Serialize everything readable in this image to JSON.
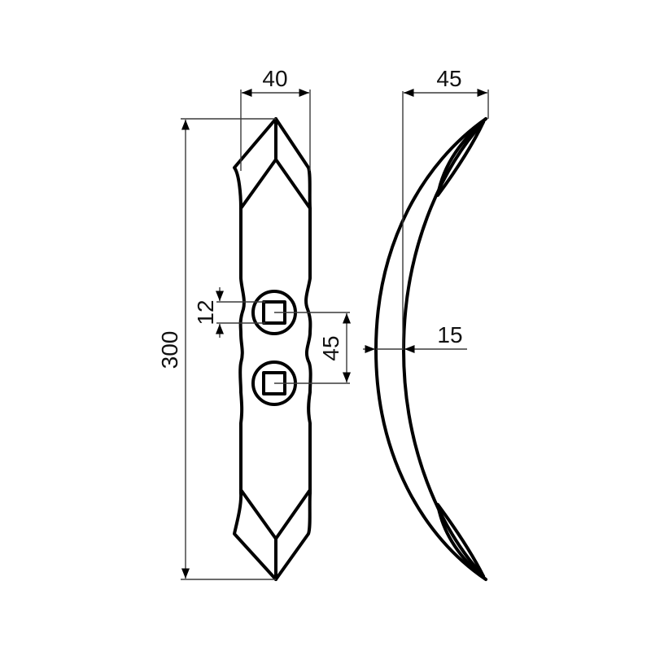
{
  "drawing": {
    "title": "Tine blade technical drawing",
    "units": "mm",
    "colors": {
      "outline": "#000000",
      "dimension_line": "#3a3a3a",
      "background": "#ffffff"
    }
  },
  "front_view": {
    "dimensions": {
      "width_label": "40",
      "length_label": "300",
      "hole_size_label": "12",
      "hole_spacing_label": "45"
    },
    "holes": [
      {
        "shape": "square-in-circle",
        "position": "upper"
      },
      {
        "shape": "square-in-circle",
        "position": "lower"
      }
    ]
  },
  "side_view": {
    "dimensions": {
      "depth_label": "45",
      "thickness_label": "15"
    }
  }
}
